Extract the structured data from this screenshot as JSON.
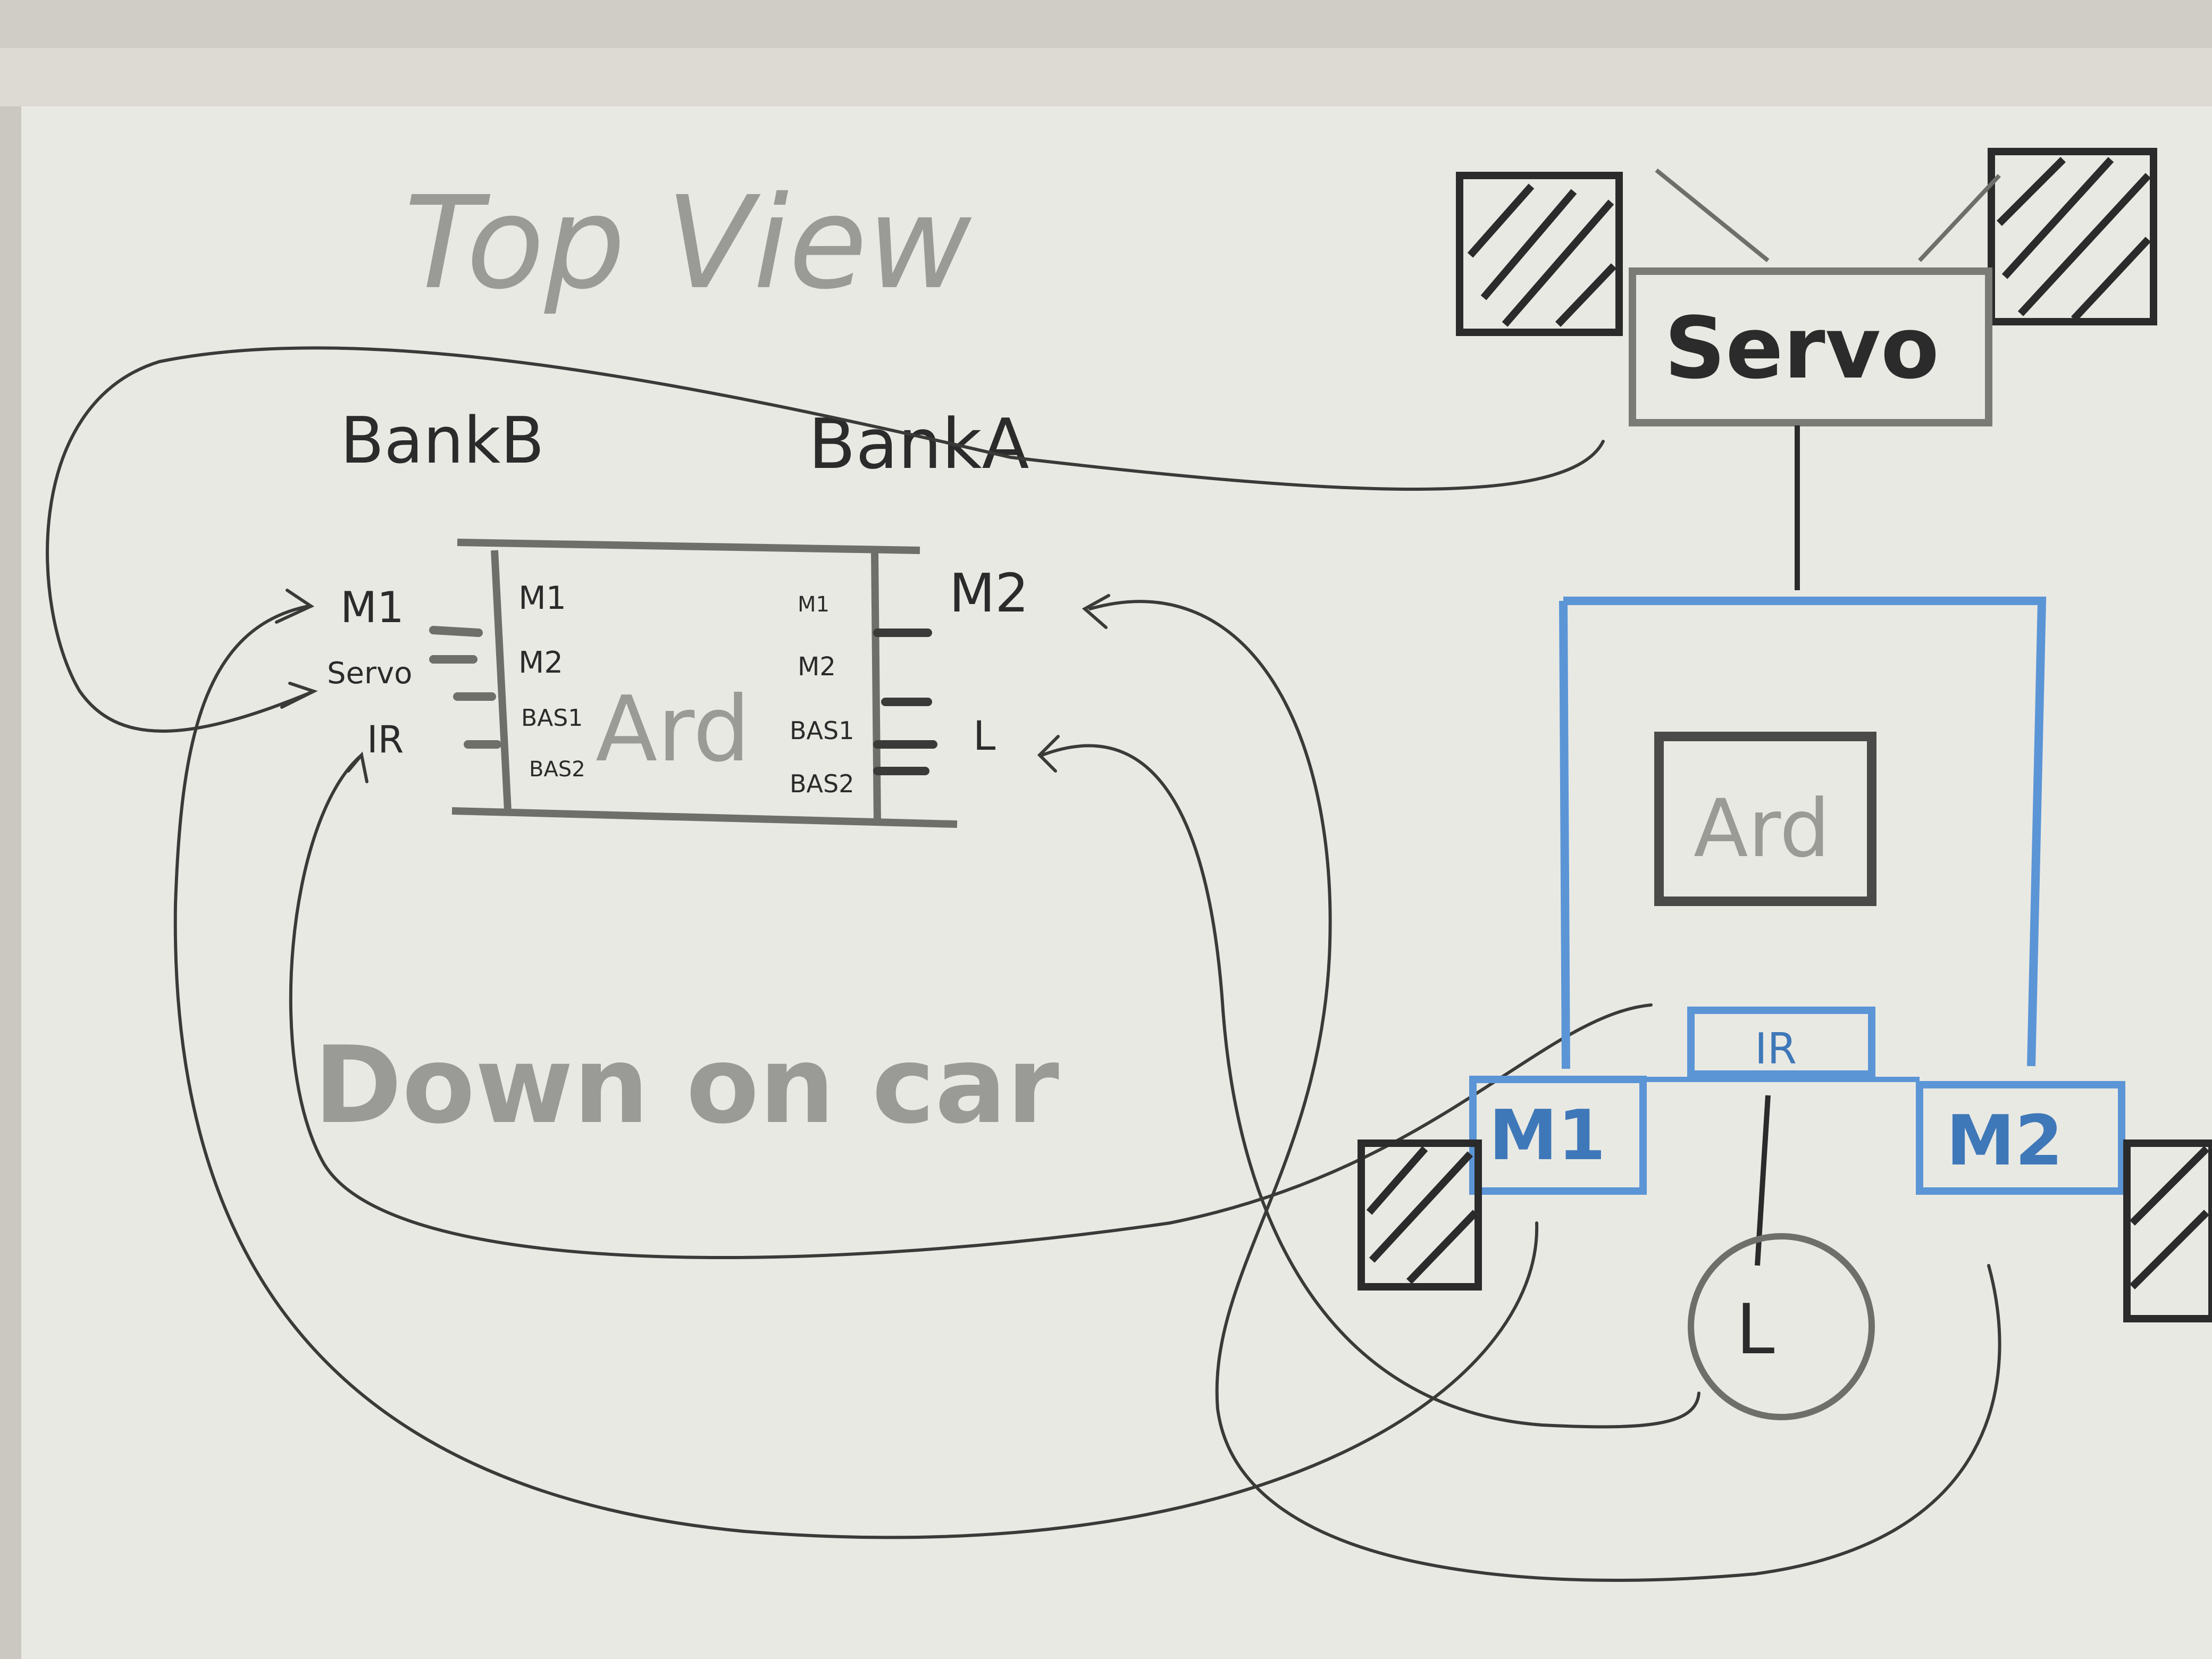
{
  "board": {
    "title": "Top View",
    "caption": "Down on car",
    "colors": {
      "board": "#e9e9e4",
      "frame": "#c9c7bf",
      "ink_black": "#2b2b2b",
      "ink_blue": "#5b95d6",
      "ink_faded": "#9a9a96"
    }
  },
  "pinout_diagram": {
    "bank_b_label": "BankB",
    "bank_a_label": "BankA",
    "board_label": "Ard",
    "bank_b_outer": [
      "M1",
      "Servo",
      "IR"
    ],
    "bank_b_inner": [
      "M1",
      "M2",
      "BAS1",
      "BAS2"
    ],
    "bank_a_inner": [
      "M1",
      "M2",
      "BAS1",
      "BAS2"
    ],
    "bank_a_outer": [
      "M2",
      "L"
    ]
  },
  "car_diagram": {
    "servo_label": "Servo",
    "board_label": "Ard",
    "ir_label": "IR",
    "motor_left_label": "M1",
    "motor_right_label": "M2",
    "light_label": "L"
  }
}
